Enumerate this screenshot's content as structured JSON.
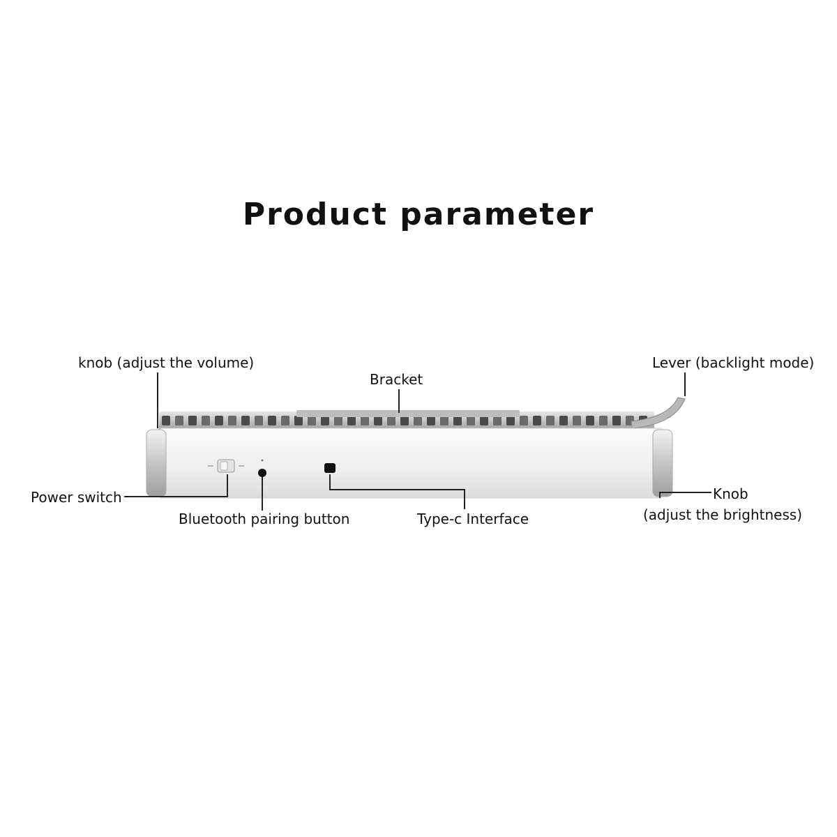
{
  "title": "Product parameter",
  "labels": {
    "knob_volume": "knob (adjust the volume)",
    "bracket": "Bracket",
    "lever": "Lever (backlight mode)",
    "power_switch": "Power switch",
    "bluetooth_pairing": "Bluetooth pairing button",
    "type_c": "Type-c Interface",
    "knob_brightness_line1": "Knob",
    "knob_brightness_line2": "(adjust the brightness)"
  },
  "colors": {
    "body": "#efefef",
    "body_edge": "#cfcfcf",
    "knob": "#d6d6d6",
    "key_dark": "#555555",
    "leader": "#222222"
  },
  "icons": {
    "power_switch": "slide-switch-icon",
    "bluetooth": "pinhole-button-icon",
    "usb_c": "usb-c-port-icon"
  }
}
